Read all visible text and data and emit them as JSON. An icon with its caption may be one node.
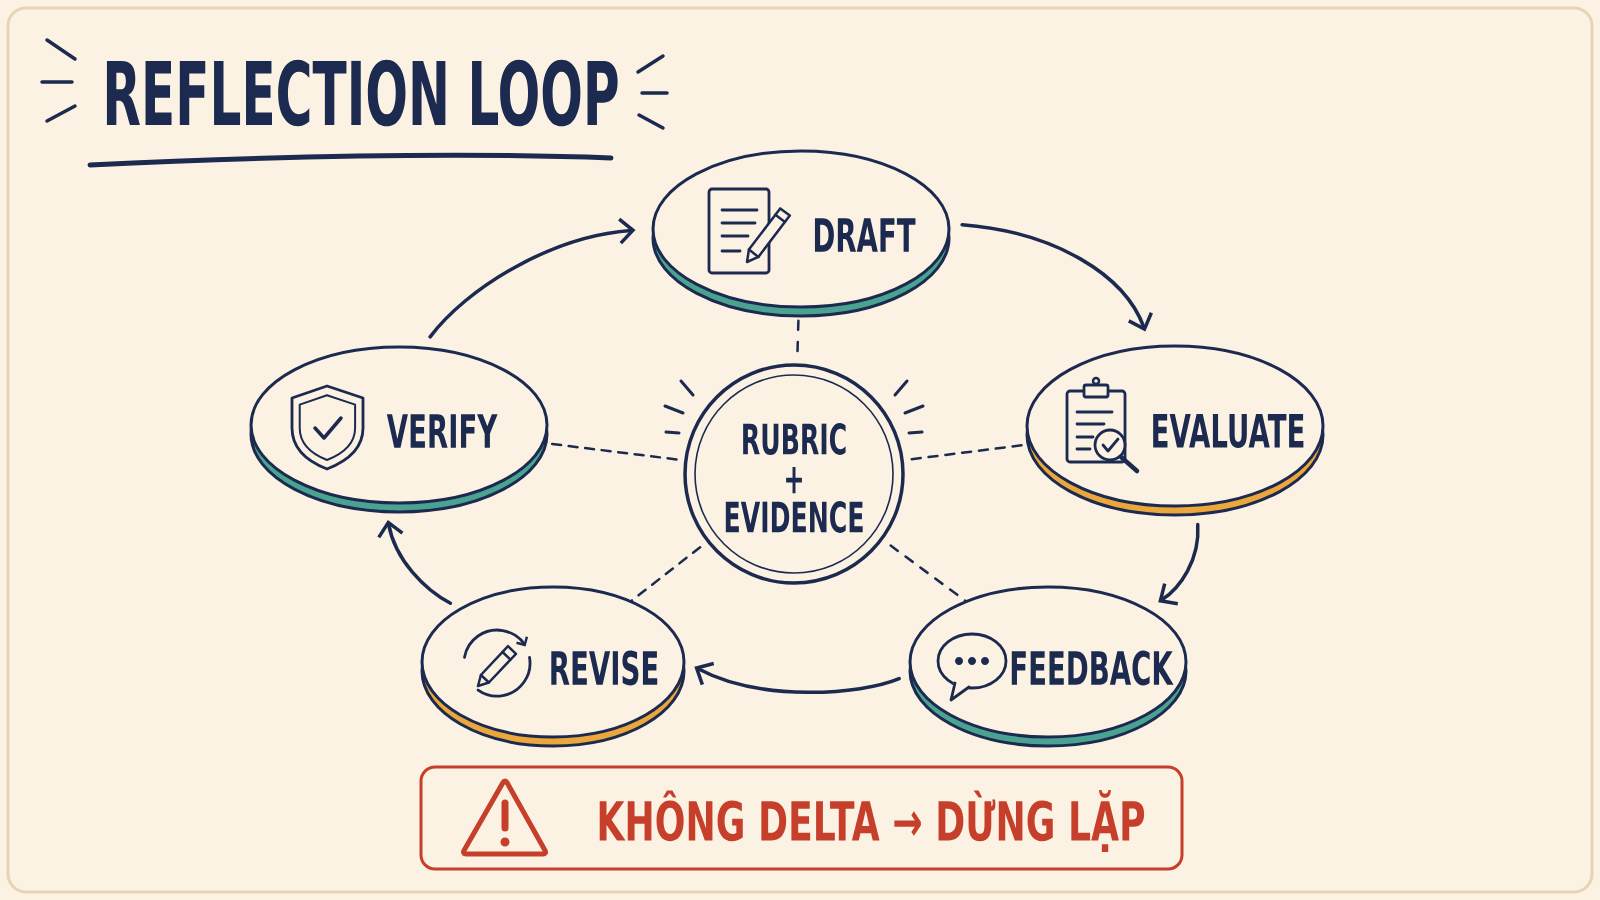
{
  "diagram": {
    "title": "REFLECTION LOOP",
    "nodes": [
      {
        "text": [
          "DRAFT"
        ]
      },
      {
        "text": [
          "VERIFY"
        ]
      },
      {
        "text": [
          "RUBRIC + EVIDENCE"
        ]
      },
      {
        "text": [
          "EVALUATE"
        ]
      },
      {
        "text": [
          "REVISE"
        ]
      },
      {
        "text": [
          "FEEDBACK"
        ]
      },
      {
        "text": [
          "KHÔNG DELTA → DỪNG LẶP"
        ]
      }
    ],
    "edges": [
      {
        "from": 0,
        "to": 3,
        "arrow": "to"
      },
      {
        "from": 3,
        "to": 5,
        "arrow": "to"
      },
      {
        "from": 5,
        "to": 4,
        "arrow": "to"
      },
      {
        "from": 4,
        "to": 1,
        "arrow": "to"
      },
      {
        "from": 1,
        "to": 0,
        "arrow": "to"
      },
      {
        "from": 2,
        "to": 0,
        "arrow": "none",
        "style": "dashed"
      },
      {
        "from": 2,
        "to": 1,
        "arrow": "none",
        "style": "dashed"
      },
      {
        "from": 2,
        "to": 3,
        "arrow": "none",
        "style": "dashed"
      },
      {
        "from": 2,
        "to": 4,
        "arrow": "none",
        "style": "dashed"
      },
      {
        "from": 2,
        "to": 5,
        "arrow": "none",
        "style": "dashed"
      }
    ]
  }
}
